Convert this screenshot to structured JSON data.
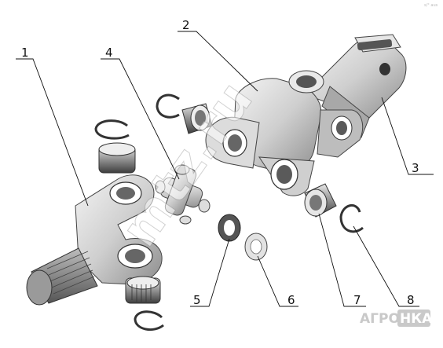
{
  "labels": [
    "1",
    "2",
    "3",
    "4",
    "5",
    "6",
    "7",
    "8"
  ],
  "watermark": "mtz.ru",
  "logo": {
    "left": "АГРО",
    "right": "НКА"
  },
  "corner_mark": "s/° aus"
}
